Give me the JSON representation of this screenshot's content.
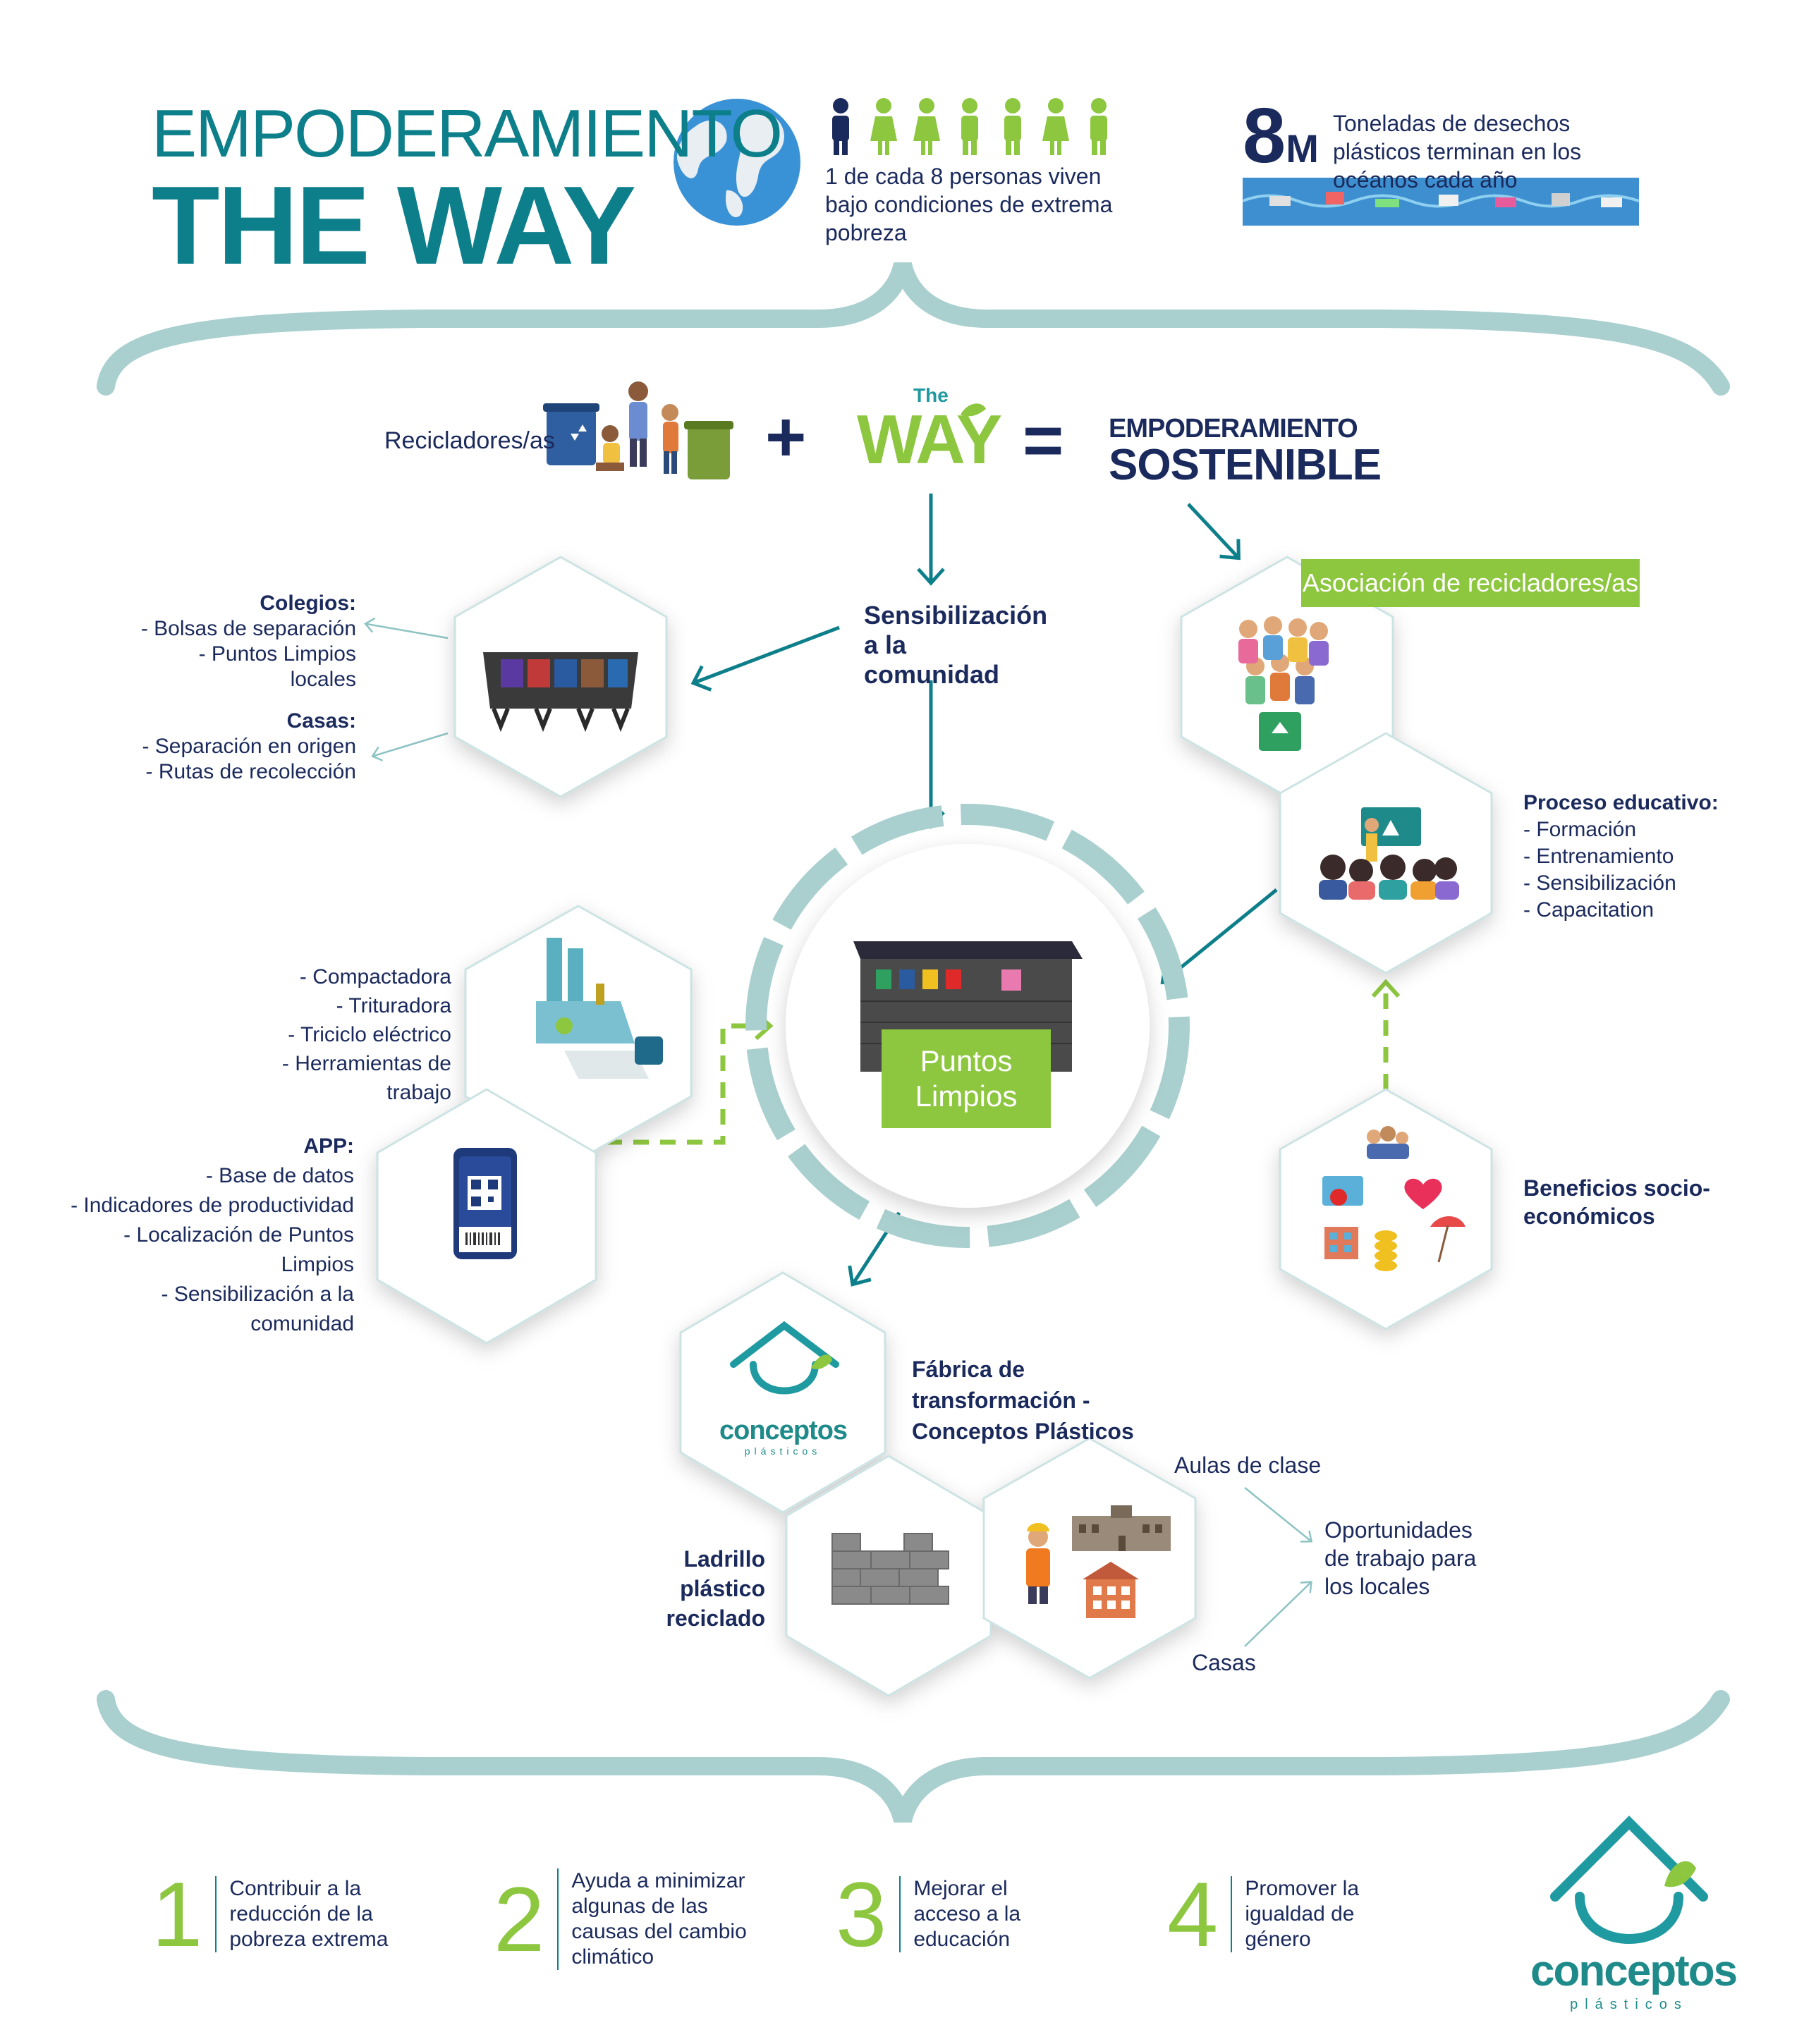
{
  "header": {
    "title_line1": "EMPODERAMIENTO",
    "title_line2": "THE WAY",
    "poverty_stat": "1 de cada 8 personas viven bajo condiciones de extrema pobreza",
    "waste_number": "8",
    "waste_unit": "M",
    "waste_stat": "Toneladas de desechos plásticos terminan en los océanos cada año"
  },
  "equation": {
    "recyclers_label": "Recicladores/as",
    "plus": "+",
    "logo_the": "The",
    "logo_way": "WAY",
    "equals": "=",
    "result_line1": "EMPODERAMIENTO",
    "result_line2": "SOSTENIBLE"
  },
  "sensitization": {
    "title": "Sensibilización a la comunidad"
  },
  "schools": {
    "title": "Colegios:",
    "items": [
      "- Bolsas de separación",
      "- Puntos Limpios locales"
    ]
  },
  "homes": {
    "title": "Casas:",
    "items": [
      "- Separación en origen",
      "- Rutas de recolección"
    ]
  },
  "association": {
    "title": "Asociación de recicladores/as"
  },
  "education": {
    "title": "Proceso educativo:",
    "items": [
      "- Formación",
      "- Entrenamiento",
      "- Sensibilización",
      "- Capacitation"
    ]
  },
  "equipment": {
    "items": [
      "- Compactadora",
      "- Trituradora",
      "- Triciclo eléctrico",
      "- Herramientas de trabajo"
    ]
  },
  "app": {
    "title": "APP:",
    "items": [
      "- Base de datos",
      "- Indicadores de productividad",
      "- Localización de Puntos Limpios",
      "- Sensibilización a la comunidad"
    ]
  },
  "center": {
    "label": "Puntos Limpios"
  },
  "benefits": {
    "title": "Beneficios socio-económicos"
  },
  "factory": {
    "title": "Fábrica de transformación - Conceptos Plásticos",
    "logo_word": "conceptos",
    "logo_sub": "plásticos"
  },
  "brick": {
    "title": "Ladrillo plástico reciclado"
  },
  "jobs": {
    "classrooms": "Aulas de clase",
    "homes": "Casas",
    "opportunities": "Oportunidades de trabajo para los locales"
  },
  "goals": [
    {
      "number": "1",
      "text": "Contribuir a la reducción de la pobreza extrema"
    },
    {
      "number": "2",
      "text": "Ayuda a minimizar algunas de las causas del cambio climático"
    },
    {
      "number": "3",
      "text": "Mejorar el acceso a la educación"
    },
    {
      "number": "4",
      "text": "Promover la igualdad de género"
    }
  ],
  "footer_logo": {
    "word": "conceptos",
    "sub": "plásticos"
  },
  "colors": {
    "teal": "#0d7f8a",
    "navy": "#1b2a5c",
    "green": "#8dc63f",
    "brace": "#a9cfcf"
  }
}
